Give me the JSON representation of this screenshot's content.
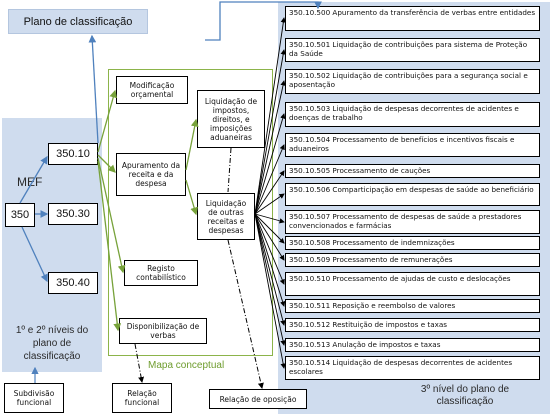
{
  "title": "Plano de classificação",
  "mef": {
    "label": "MEF",
    "codes": [
      "350",
      "350.10",
      "350.30",
      "350.40"
    ],
    "caption": "1º e 2º níveis do plano de classificação"
  },
  "concept_map": {
    "caption": "Mapa conceptual",
    "nodes": [
      "Modificação orçamental",
      "Apuramento da receita e da despesa",
      "Registo contabilístico",
      "Disponibilização de verbas",
      "Liquidação de impostos, direitos, e imposições aduaneiras",
      "Liquidação de outras receitas e despesas"
    ]
  },
  "third_level": {
    "caption": "3º nível do plano de classificação",
    "items": [
      "350.10.500 Apuramento da transferência de verbas entre entidades",
      "350.10.501 Liquidação de contribuições para sistema de Proteção da Saúde",
      "350.10.502 Liquidação de contribuições para a segurança social e aposentação",
      "350.10.503 Liquidação de despesas decorrentes de acidentes e doenças de trabalho",
      "350.10.504 Processamento de benefícios e incentivos fiscais e aduaneiros",
      "350.10.505 Processamento de cauções",
      "350.10.506 Comparticipação em despesas de saúde ao beneficiário",
      "350.10.507 Processamento de despesas de saúde a prestadores convencionados e farmácias",
      "350.10.508 Processamento de indemnizações",
      "350.10.509 Processamento de remunerações",
      "350.10.510 Processamento de ajudas de custo e deslocações",
      "350.10.511 Reposição e reembolso de valores",
      "350.10.512 Restituição de impostos e taxas",
      "350.10.513 Anulação de impostos e taxas",
      "350.10.514 Liquidação de despesas decorrentes de acidentes escolares"
    ]
  },
  "legend": [
    "Subdivisão funcional",
    "Relação funcional",
    "Relação de oposição"
  ],
  "colors": {
    "panel": "#cfdcee",
    "border": "#000000",
    "arrow_blue": "#4f81bd",
    "concept_green": "#8cb44a",
    "arrow_green": "#77a23a",
    "caption_green": "#6e9c2e"
  }
}
